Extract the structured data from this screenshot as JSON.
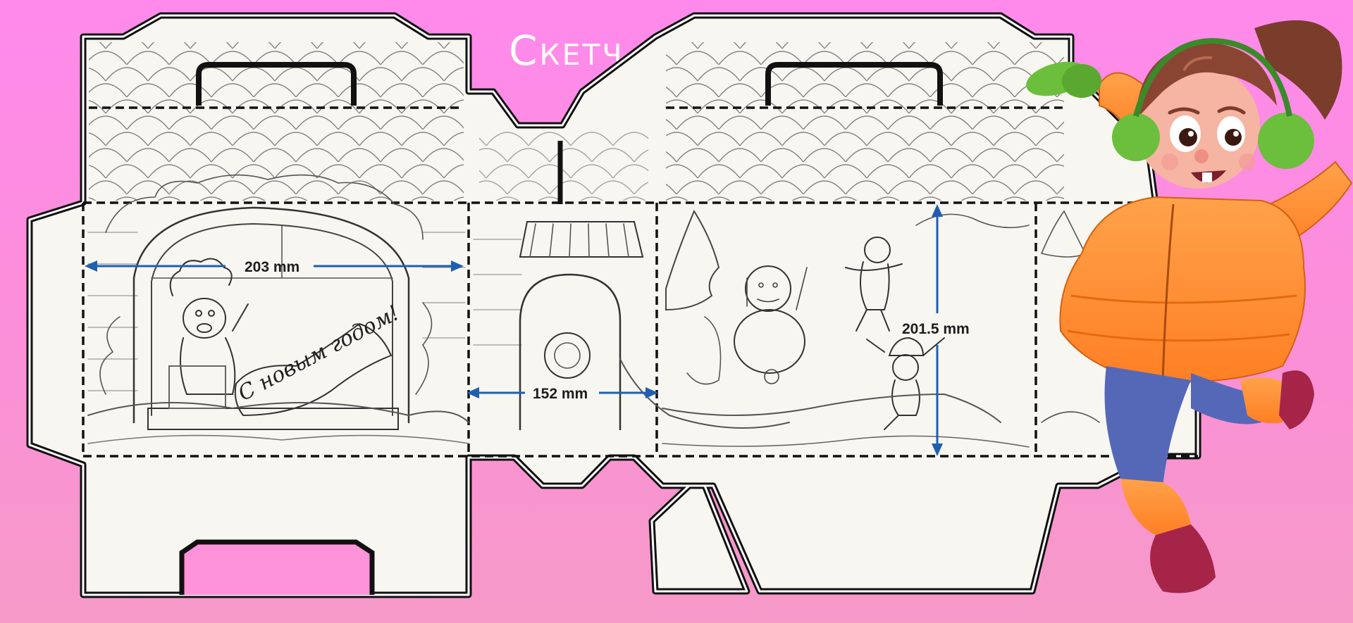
{
  "title": "Скетч",
  "dimensions": {
    "width_label": "203 mm",
    "side_label": "152 mm",
    "height_label": "201.5 mm"
  },
  "banner_text": "С новым годом!",
  "colors": {
    "background_top": "#ff8aec",
    "background_bottom": "#f69ac8",
    "dimension_arrow": "#1f5fb0",
    "die_line": "#111111",
    "paper": "#f7f6f1"
  }
}
